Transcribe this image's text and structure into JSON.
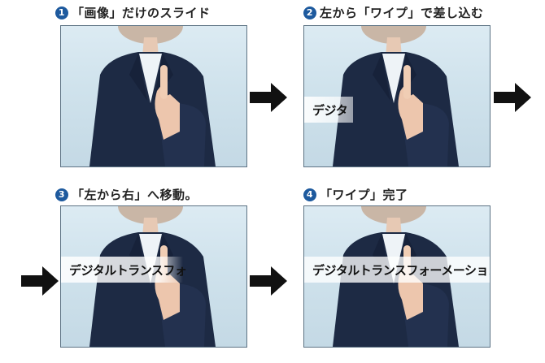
{
  "steps": [
    {
      "number": "1",
      "label": "「画像」だけのスライド",
      "banner": ""
    },
    {
      "number": "2",
      "label": "左から「ワイプ」で差し込む",
      "banner": "デジタ"
    },
    {
      "number": "3",
      "label": "「左から右」へ移動。",
      "banner": "デジタルトランスフォ"
    },
    {
      "number": "4",
      "label": "「ワイプ」完了",
      "banner": "デジタルトランスフォーメーション"
    }
  ],
  "colors": {
    "number_badge": "#1e5a9e",
    "arrow": "#111111",
    "suit": "#1d2a44"
  }
}
